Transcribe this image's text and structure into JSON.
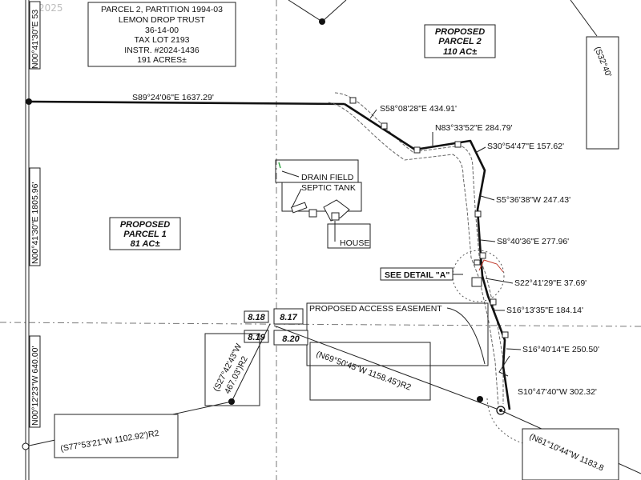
{
  "watermark": "©2025",
  "header_block": {
    "line1": "PARCEL 2, PARTITION 1994-03",
    "line2": "LEMON DROP TRUST",
    "line3": "36-14-00",
    "line4": "TAX LOT 2193",
    "line5": "INSTR. #2024-1436",
    "line6": "191 ACRES±"
  },
  "parcel_1": {
    "title": "PROPOSED",
    "name": "PARCEL 1",
    "area": "81 AC±"
  },
  "parcel_2": {
    "title": "PROPOSED",
    "name": "PARCEL 2",
    "area": "110 AC±"
  },
  "features": {
    "drain_field": "DRAIN FIELD",
    "septic_tank": "SEPTIC TANK",
    "house": "HOUSE",
    "see_detail": "SEE DETAIL \"A\"",
    "access_easement": "PROPOSED ACCESS EASEMENT"
  },
  "sections": {
    "s18": "8.18",
    "s17": "8.17",
    "s19": "8.19",
    "s20": "8.20"
  },
  "bearings": {
    "top_boundary": "S89°24'06\"E 1637.29'",
    "c1": "S58°08'28\"E 434.91'",
    "c2": "N83°33'52\"E 284.79'",
    "c3": "S30°54'47\"E 157.62'",
    "c4": "S5°36'38\"W 247.43'",
    "c5": "S8°40'36\"E 277.96'",
    "c6": "S22°41'29\"E 37.69'",
    "c7": "S16°13'35\"E 184.14'",
    "c8": "S16°40'14\"E 250.50'",
    "c9": "S10°47'40\"W 302.32'",
    "left_top": "N00°41'30\"E 53",
    "left_mid": "N00°41'30\"E 1805.96'",
    "left_bottom": "N00°12'23\"W 640.00'",
    "diag_long": "(N69°50'45\"W 1158.45')R2",
    "diag_short_a": "(S27°42'43\"W",
    "diag_short_b": "467.03')R2",
    "bottom_left": "(S77°53'21\"W 1102.92')R2",
    "bottom_right": "(N61°10'44\"W 1183.8",
    "right_top": "(S32°40'"
  }
}
